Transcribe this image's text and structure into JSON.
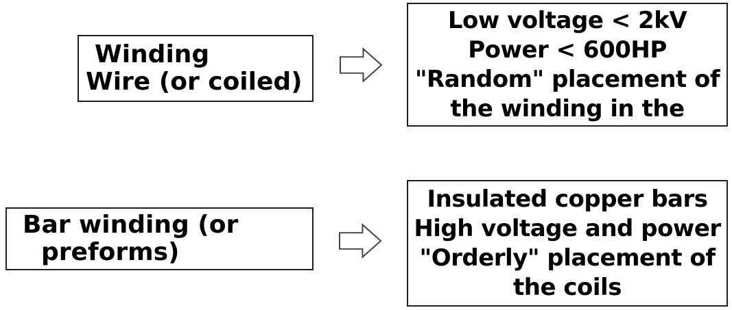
{
  "page": {
    "background": "#ffffff"
  },
  "colors": {
    "box_border": "#1f1f1f",
    "box_fill": "#ffffff",
    "text": "#000000",
    "arrow_outline": "#404040",
    "arrow_fill": "#ffffff"
  },
  "diagram": {
    "rows": [
      {
        "source": {
          "lines": [
            "Winding",
            "Wire (or coiled)"
          ]
        },
        "arrow": "block-arrow-right",
        "target": {
          "lines": [
            "Low voltage < 2kV",
            "Power < 600HP",
            "\"Random\" placement of",
            "the winding in the"
          ]
        }
      },
      {
        "source": {
          "lines": [
            "Bar winding (or",
            "preforms)"
          ]
        },
        "arrow": "block-arrow-right",
        "target": {
          "lines": [
            "Insulated copper bars",
            "High voltage and power",
            "\"Orderly\" placement of",
            "the coils"
          ]
        }
      }
    ]
  }
}
